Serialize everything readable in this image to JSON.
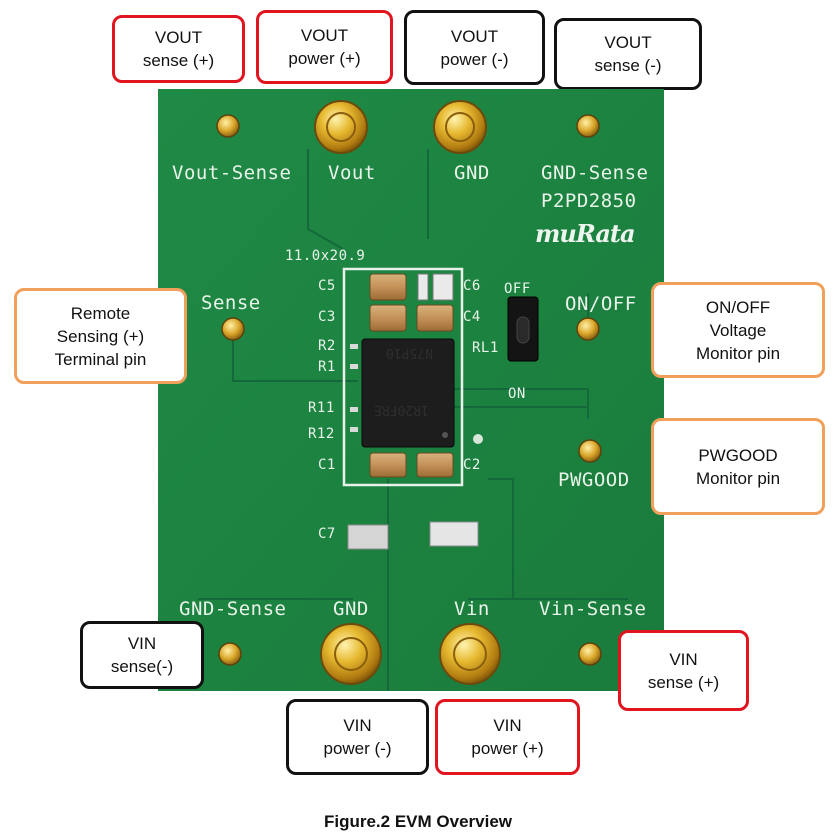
{
  "callouts": {
    "vout_sense_pos": {
      "line1": "VOUT",
      "line2": "sense (+)"
    },
    "vout_power_pos": {
      "line1": "VOUT",
      "line2": "power (+)"
    },
    "vout_power_neg": {
      "line1": "VOUT",
      "line2": "power (-)"
    },
    "vout_sense_neg": {
      "line1": "VOUT",
      "line2": "sense (-)"
    },
    "remote_sensing": {
      "line1": "Remote",
      "line2": "Sensing (+)",
      "line3": "Terminal pin"
    },
    "onoff_monitor": {
      "line1": "ON/OFF",
      "line2": "Voltage",
      "line3": "Monitor pin"
    },
    "pwgood_monitor": {
      "line1": "PWGOOD",
      "line2": "Monitor pin"
    },
    "vin_sense_neg": {
      "line1": "VIN",
      "line2": "sense(-)"
    },
    "vin_sense_pos": {
      "line1": "VIN",
      "line2": "sense (+)"
    },
    "vin_power_neg": {
      "line1": "VIN",
      "line2": "power (-)"
    },
    "vin_power_pos": {
      "line1": "VIN",
      "line2": "power (+)"
    }
  },
  "board": {
    "labels": {
      "vout_sense": "Vout-Sense",
      "vout": "Vout",
      "gnd_top": "GND",
      "gnd_sense_top": "GND-Sense",
      "part_number": "P2PD2850",
      "brand": "muRata",
      "size": "11.0x20.9",
      "sense": "Sense",
      "onoff": "ON/OFF",
      "off": "OFF",
      "on": "ON",
      "rl1": "RL1",
      "pwgood": "PWGOOD",
      "gnd_sense_bottom": "GND-Sense",
      "gnd_bottom": "GND",
      "vin": "Vin",
      "vin_sense": "Vin-Sense",
      "c5": "C5",
      "c3": "C3",
      "r2": "R2",
      "r1": "R1",
      "r11": "R11",
      "r12": "R12",
      "c1": "C1",
      "c6": "C6",
      "c4": "C4",
      "c2": "C2",
      "c7": "C7"
    },
    "ic_marking": {
      "line1": "N75P10",
      "line2": "1R20FRE"
    }
  },
  "caption": "Figure.2 EVM Overview"
}
